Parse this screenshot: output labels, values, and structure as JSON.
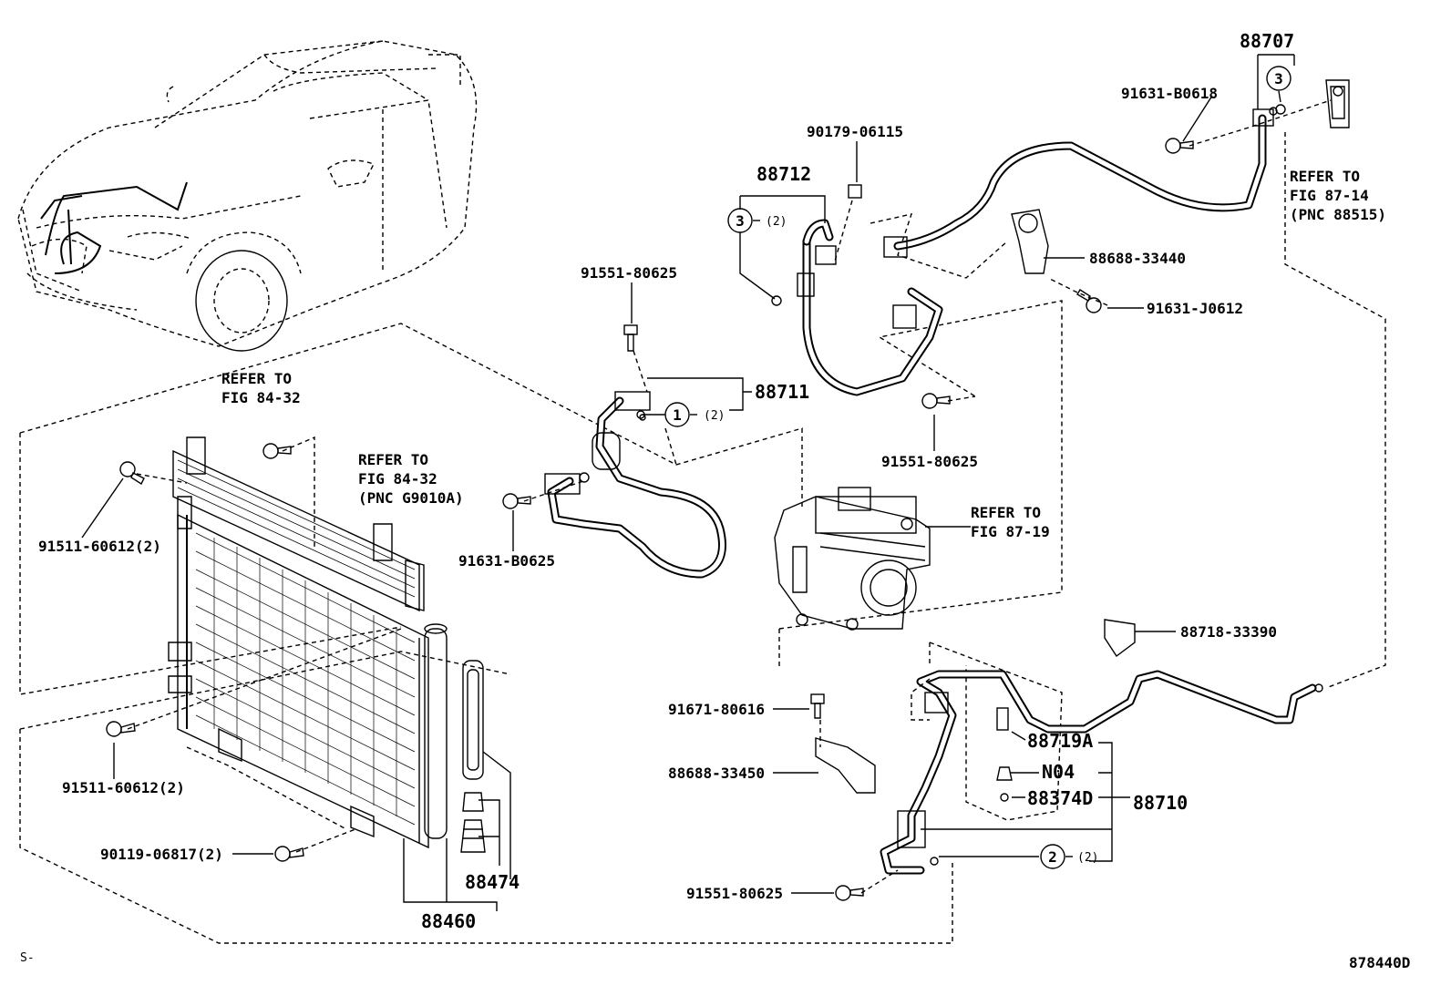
{
  "labels": {
    "l88707": "88707",
    "l91631_b0618": "91631-B0618",
    "l90179_06115": "90179-06115",
    "l88712": "88712",
    "l88688_33440": "88688-33440",
    "l91631_j0612": "91631-J0612",
    "l91551_80625_a": "91551-80625",
    "l88711": "88711",
    "l91551_80625_b": "91551-80625",
    "l91631_b0625": "91631-B0625",
    "l91511_60612_a": "91511-60612(2)",
    "l91511_60612_b": "91511-60612(2)",
    "l90119_06817": "90119-06817(2)",
    "l88474": "88474",
    "l88460": "88460",
    "l88718_33390": "88718-33390",
    "l91671_80616": "91671-80616",
    "l88688_33450": "88688-33450",
    "l88719a": "88719A",
    "ln04": "N04",
    "l88374d": "88374D",
    "l88710": "88710",
    "l91551_80625_c": "91551-80625"
  },
  "refs": {
    "r1": [
      "REFER TO",
      "FIG 84-32"
    ],
    "r2": [
      "REFER TO",
      "FIG 84-32",
      "(PNC G9010A)"
    ],
    "r3": [
      "REFER TO",
      "FIG 87-19"
    ],
    "r4": [
      "REFER TO",
      "FIG 87-14",
      "(PNC 88515)"
    ]
  },
  "callouts": {
    "c1": {
      "num": "1",
      "qty": "(2)"
    },
    "c2": {
      "num": "2",
      "qty": "(2)"
    },
    "c3a": {
      "num": "3",
      "qty": "(2)"
    },
    "c3b": {
      "num": "3"
    }
  },
  "footer": {
    "left": "S-",
    "code": "878440D"
  }
}
